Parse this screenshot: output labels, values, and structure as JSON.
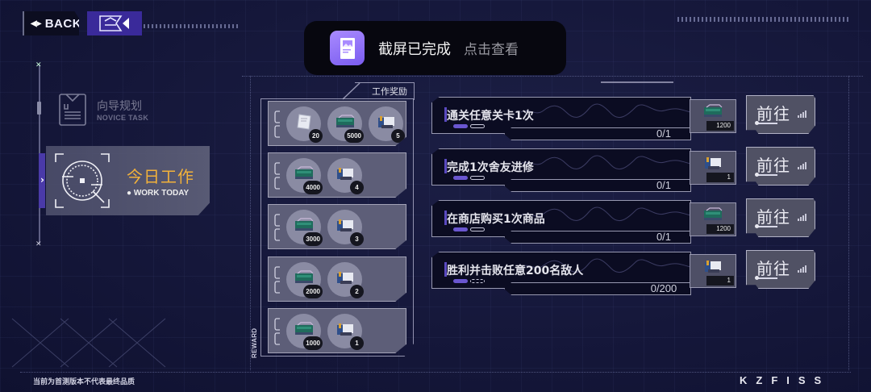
{
  "header": {
    "back_label": "BACK",
    "logo_icon": "emblem-icon"
  },
  "toast": {
    "icon": "screenshot-icon",
    "title": "截屏已完成",
    "action": "点击查看",
    "accent_color": "#8b6cf6"
  },
  "sidebar": {
    "items": [
      {
        "title": "向导规划",
        "subtitle": "NOVICE TASK",
        "icon": "clipboard-icon",
        "active": false
      },
      {
        "title": "今日工作",
        "subtitle": "WORK TODAY",
        "icon": "target-scope-icon",
        "active": true
      }
    ],
    "active_color": "#f3b23a"
  },
  "reward_panel": {
    "title": "工作奖励",
    "side_label": "REWARD",
    "rows": [
      {
        "items": [
          {
            "icon": "document-item-icon",
            "count": "20"
          },
          {
            "icon": "circuit-board-icon",
            "count": "5000"
          },
          {
            "icon": "machine-part-icon",
            "count": "5"
          }
        ]
      },
      {
        "items": [
          {
            "icon": "circuit-board-icon",
            "count": "4000"
          },
          {
            "icon": "machine-part-icon",
            "count": "4"
          }
        ]
      },
      {
        "items": [
          {
            "icon": "circuit-board-icon",
            "count": "3000"
          },
          {
            "icon": "machine-part-icon",
            "count": "3"
          }
        ]
      },
      {
        "items": [
          {
            "icon": "circuit-board-icon",
            "count": "2000"
          },
          {
            "icon": "machine-part-icon",
            "count": "2"
          }
        ]
      },
      {
        "items": [
          {
            "icon": "circuit-board-icon",
            "count": "1000"
          },
          {
            "icon": "machine-part-icon",
            "count": "1"
          }
        ]
      }
    ]
  },
  "tasks": [
    {
      "title": "通关任意关卡1次",
      "progress": "0/1",
      "reward_icon": "circuit-board-icon",
      "reward_count": "1200",
      "go_label": "前往"
    },
    {
      "title": "完成1次舍友进修",
      "progress": "0/1",
      "reward_icon": "machine-part-icon",
      "reward_count": "1",
      "go_label": "前往"
    },
    {
      "title": "在商店购买1次商品",
      "progress": "0/1",
      "reward_icon": "circuit-board-icon",
      "reward_count": "1200",
      "go_label": "前往"
    },
    {
      "title": "胜利并击败任意200名敌人",
      "progress": "0/200",
      "reward_icon": "machine-part-icon",
      "reward_count": "1",
      "go_label": "前往"
    }
  ],
  "footer": {
    "note": "当前为首测版本不代表最终品质",
    "brand": "KZFISS"
  }
}
